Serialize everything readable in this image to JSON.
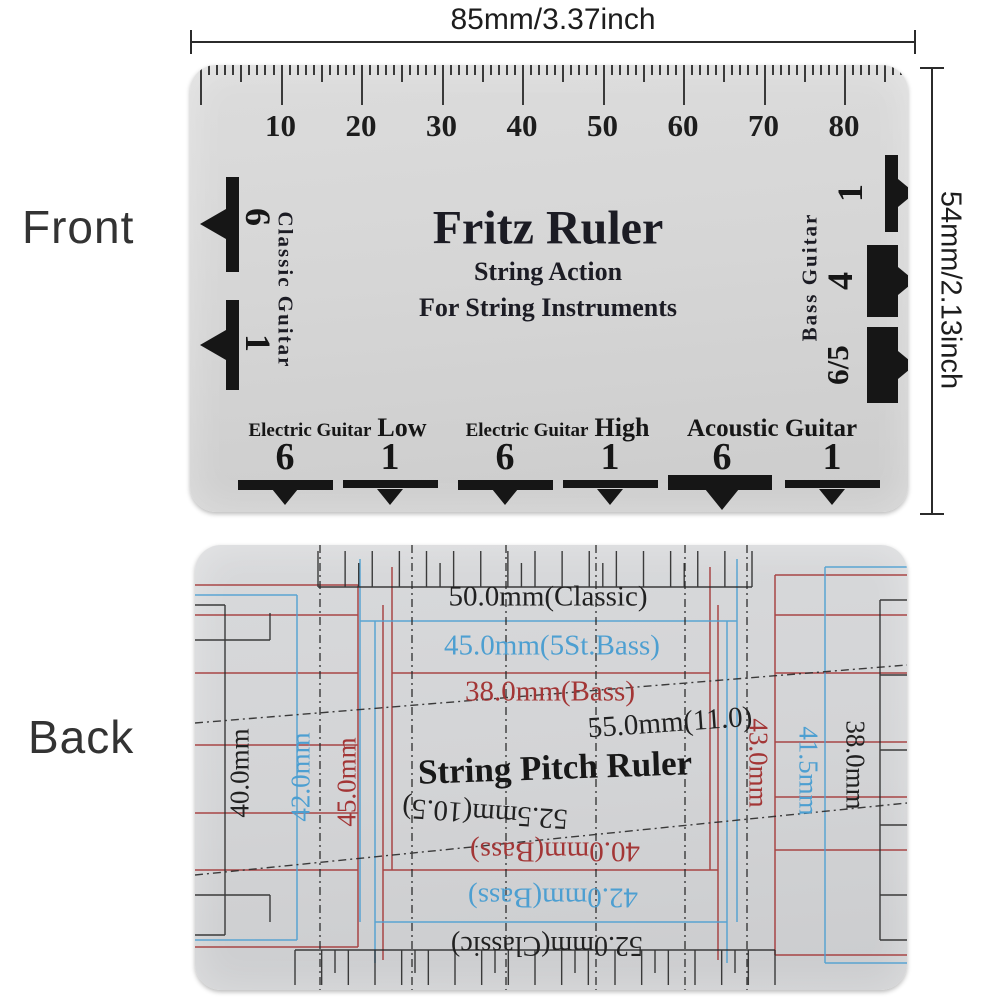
{
  "colors": {
    "red": "#a33636",
    "blue": "#4d9fd1",
    "black": "#1c1c1c",
    "card_gray": "#d6d6d6"
  },
  "front": {
    "view_label": "Front",
    "dim_width": "85mm/3.37inch",
    "dim_height": "54mm/2.13inch",
    "ruler_numbers": [
      "10",
      "20",
      "30",
      "40",
      "50",
      "60",
      "70",
      "80"
    ],
    "title": "Fritz Ruler",
    "subtitle1": "String Action",
    "subtitle2": "For String Instruments",
    "left_group": {
      "label": "Classic Guitar",
      "marker1": "6",
      "marker2": "1"
    },
    "right_group": {
      "label": "Bass Guitar",
      "marker1": "1",
      "marker2": "4",
      "marker3": "6/5"
    },
    "bottom_groups": [
      {
        "label": "Electric Guitar",
        "suffix": "Low",
        "num1": "6",
        "num2": "1"
      },
      {
        "label": "Electric Guitar",
        "suffix": "High",
        "num1": "6",
        "num2": "1"
      },
      {
        "label": "Acoustic Guitar",
        "suffix": "",
        "num1": "6",
        "num2": "1"
      }
    ]
  },
  "back": {
    "view_label": "Back",
    "title": "String Pitch Ruler",
    "measure_top1": "50.0mm(Classic)",
    "measure_top2": "45.0mm(5St.Bass)",
    "measure_top3": "38.0mm(Bass)",
    "measure_mid": "55.0mm(11.0)",
    "measure_flip1": "52.5mm(10.5)",
    "measure_flip2": "40.0mm(Bass)",
    "measure_flip3": "42.0mm(Bass)",
    "measure_flip4": "52.0mm(Classic)",
    "left_v1": "40.0mm",
    "left_v2": "42.0mm",
    "left_v3": "45.0mm",
    "right_v1": "43.0mm",
    "right_v2": "41.5mm",
    "right_v3": "38.0mm"
  }
}
